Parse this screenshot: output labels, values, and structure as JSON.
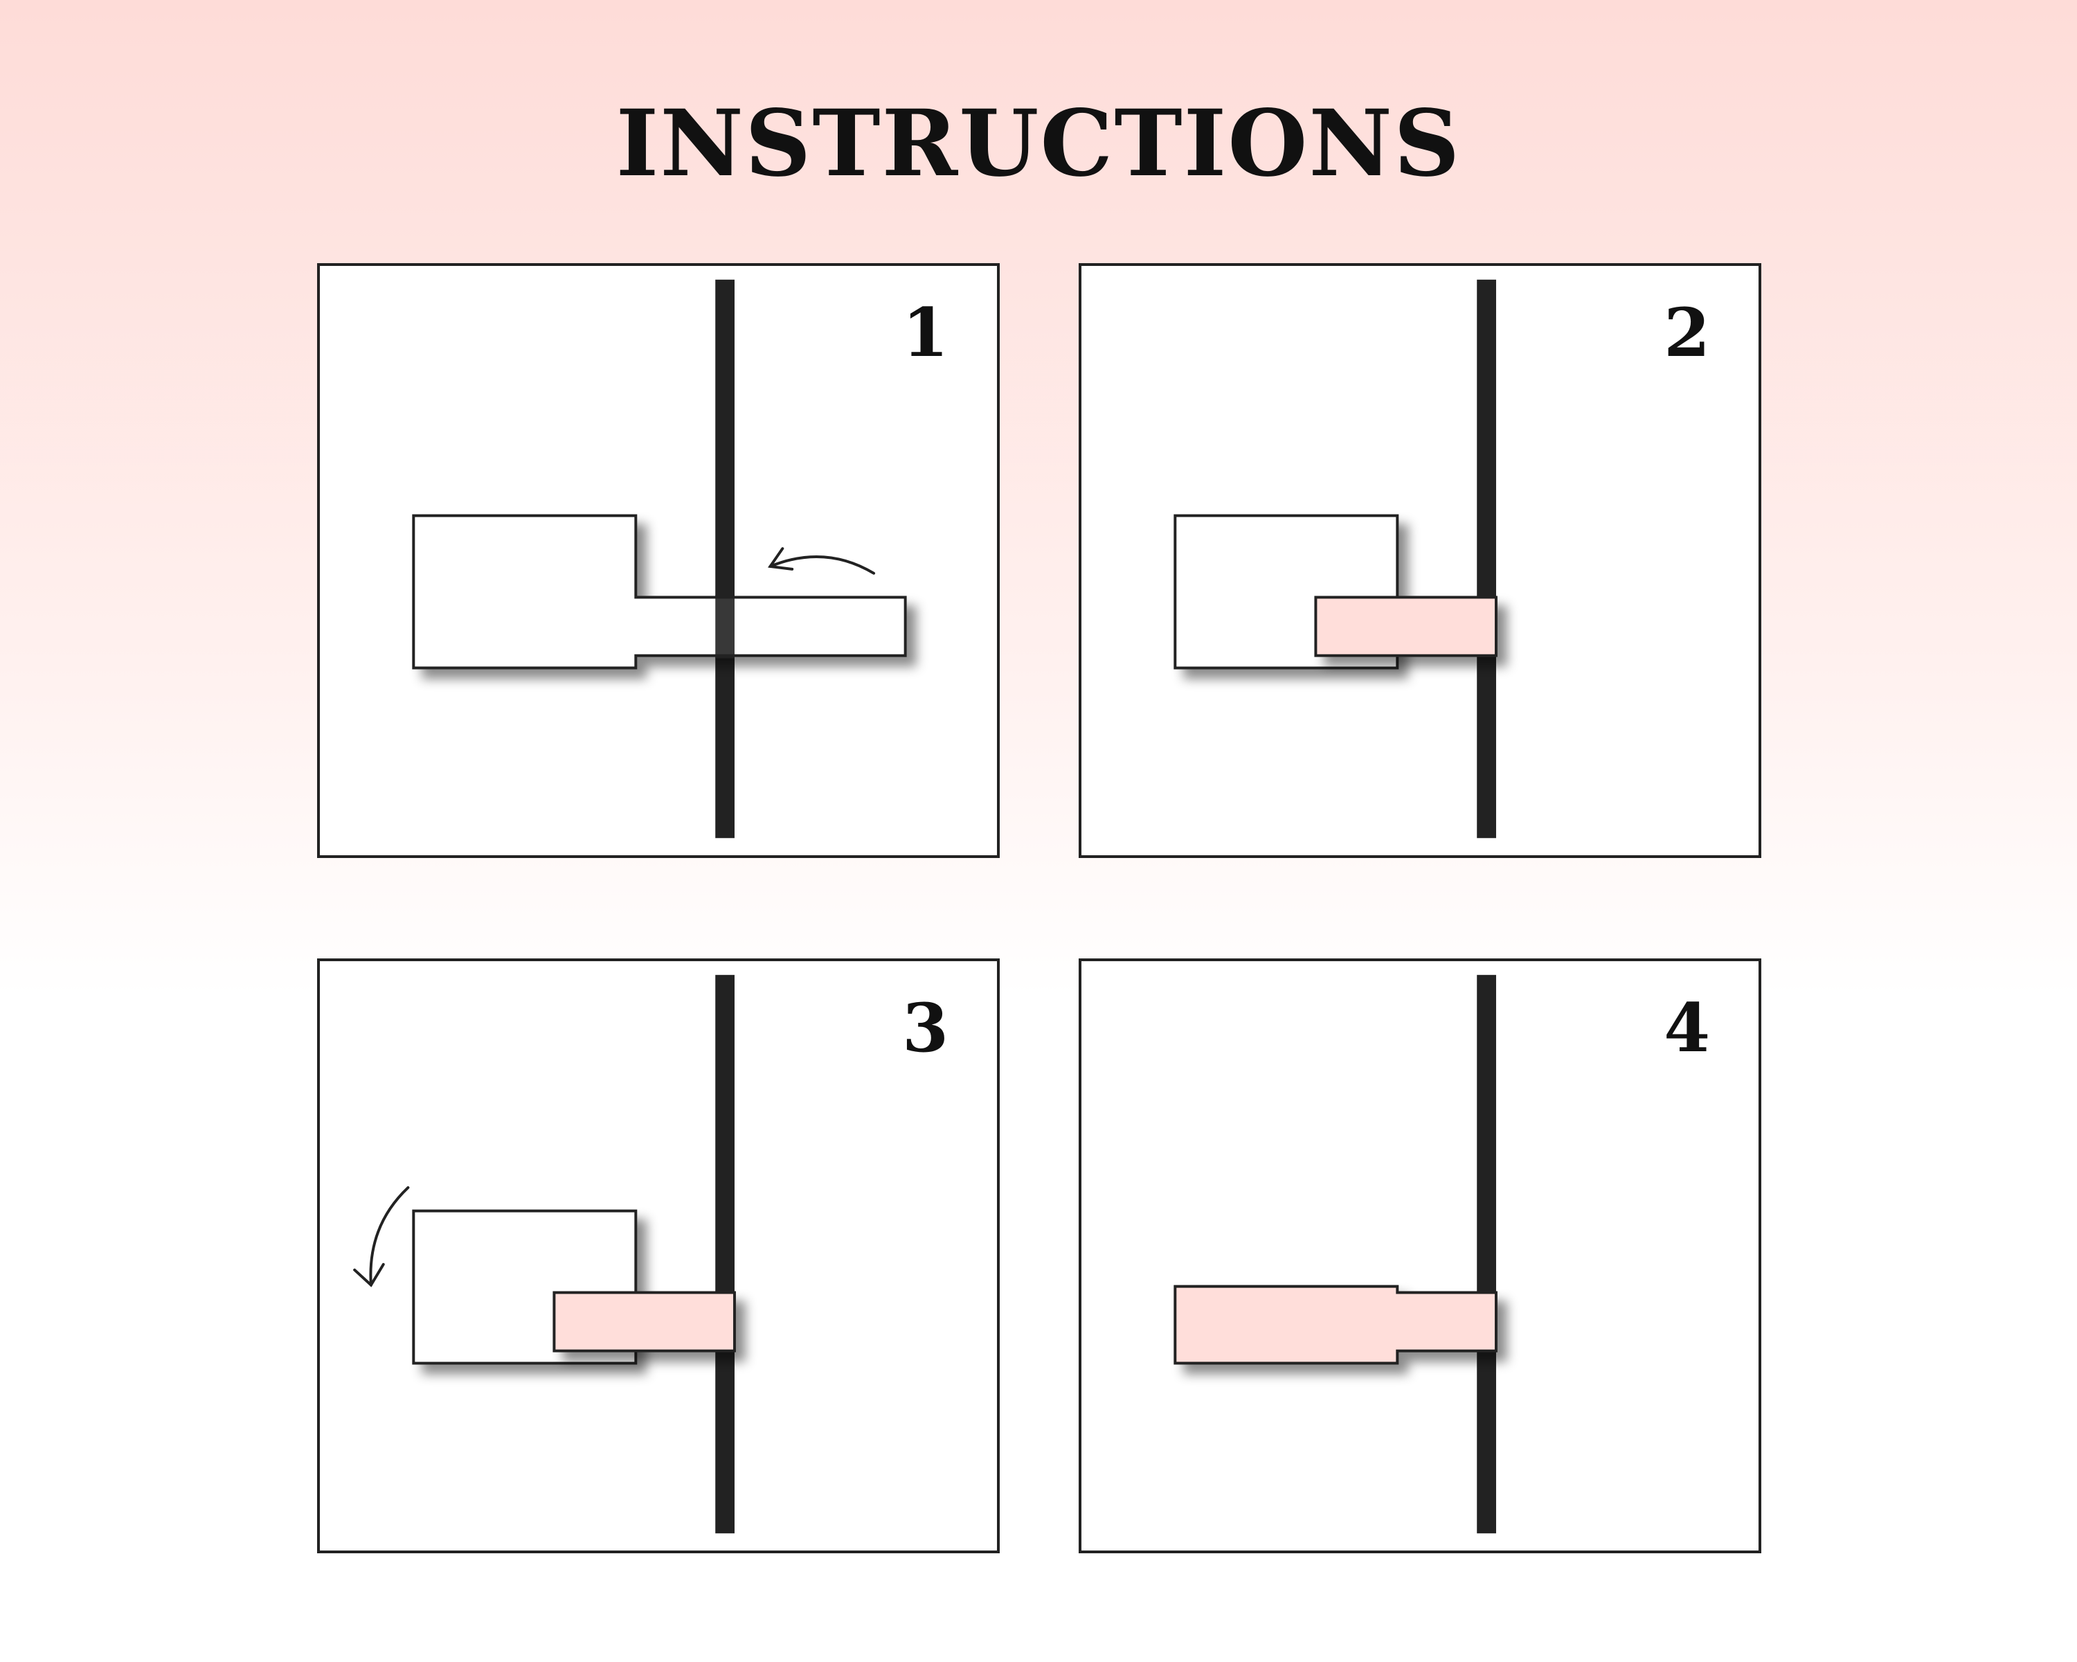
{
  "title": "INSTRUCTIONS",
  "colors": {
    "background_top": "#fedcd8",
    "background_bottom": "#ffffff",
    "paper_fill": "#ffffff",
    "folded_fill": "#ffdeda",
    "outline": "#222222",
    "pole": "#222222"
  },
  "steps": [
    {
      "number": "1",
      "arrow": "curved-arrow-left-icon"
    },
    {
      "number": "2"
    },
    {
      "number": "3",
      "arrow": "curved-arrow-down-icon"
    },
    {
      "number": "4"
    }
  ]
}
